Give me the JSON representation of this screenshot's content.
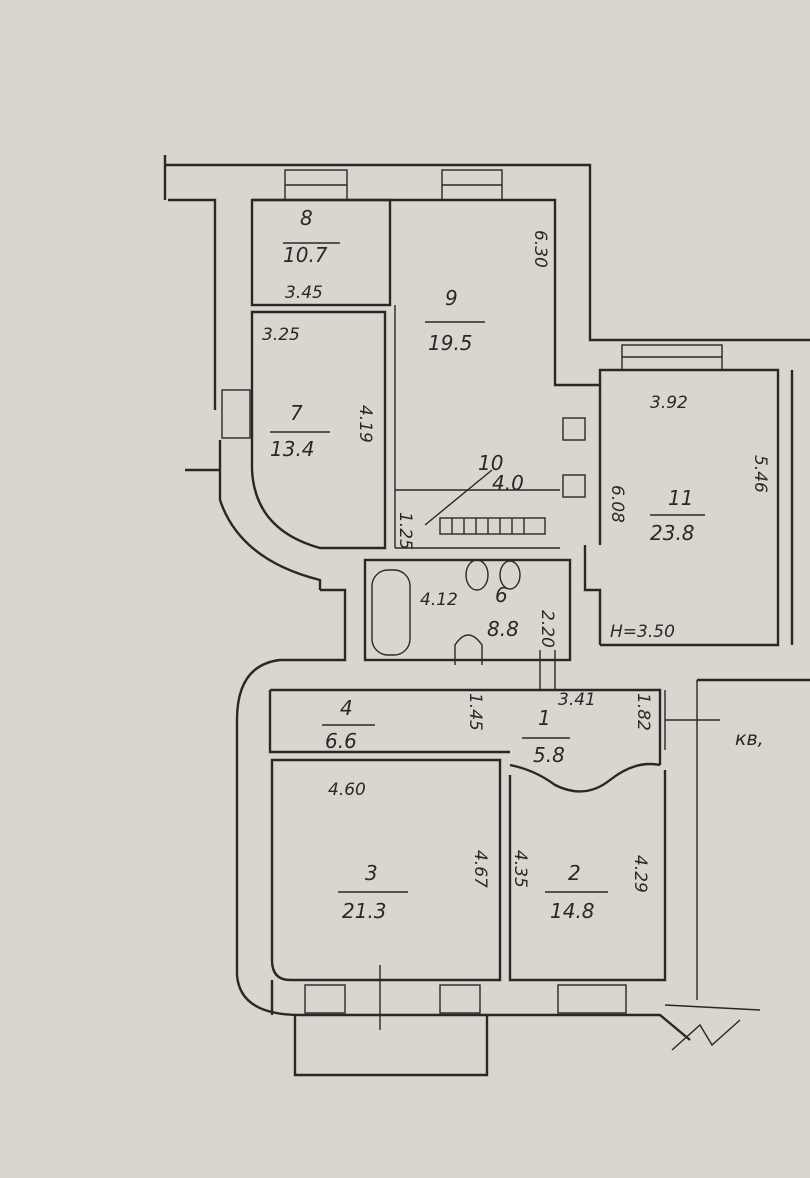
{
  "rooms": [
    {
      "number": "1",
      "area": "5.8"
    },
    {
      "number": "2",
      "area": "14.8"
    },
    {
      "number": "3",
      "area": "21.3"
    },
    {
      "number": "4",
      "area": "6.6"
    },
    {
      "number": "6",
      "area": "8.8"
    },
    {
      "number": "7",
      "area": "13.4"
    },
    {
      "number": "8",
      "area": "10.7"
    },
    {
      "number": "9",
      "area": "19.5"
    },
    {
      "number": "10",
      "area": "4.0"
    },
    {
      "number": "11",
      "area": "23.8"
    }
  ],
  "dimensions": {
    "r8_width": "3.45",
    "r7_width": "3.25",
    "r7_height": "4.19",
    "r9_height": "6.30",
    "r11_width": "3.92",
    "r11_height": "5.46",
    "r11_left": "6.08",
    "ceiling": "H=3.50",
    "r6_width": "4.12",
    "r6_height": "2.20",
    "stair": "1.25",
    "r4_height": "1.45",
    "r1_width": "3.41",
    "r1_height": "1.82",
    "r3_width": "4.60",
    "r3_height": "4.67",
    "r2_left": "4.35",
    "r2_right": "4.29"
  },
  "apartment_label": "кв,"
}
